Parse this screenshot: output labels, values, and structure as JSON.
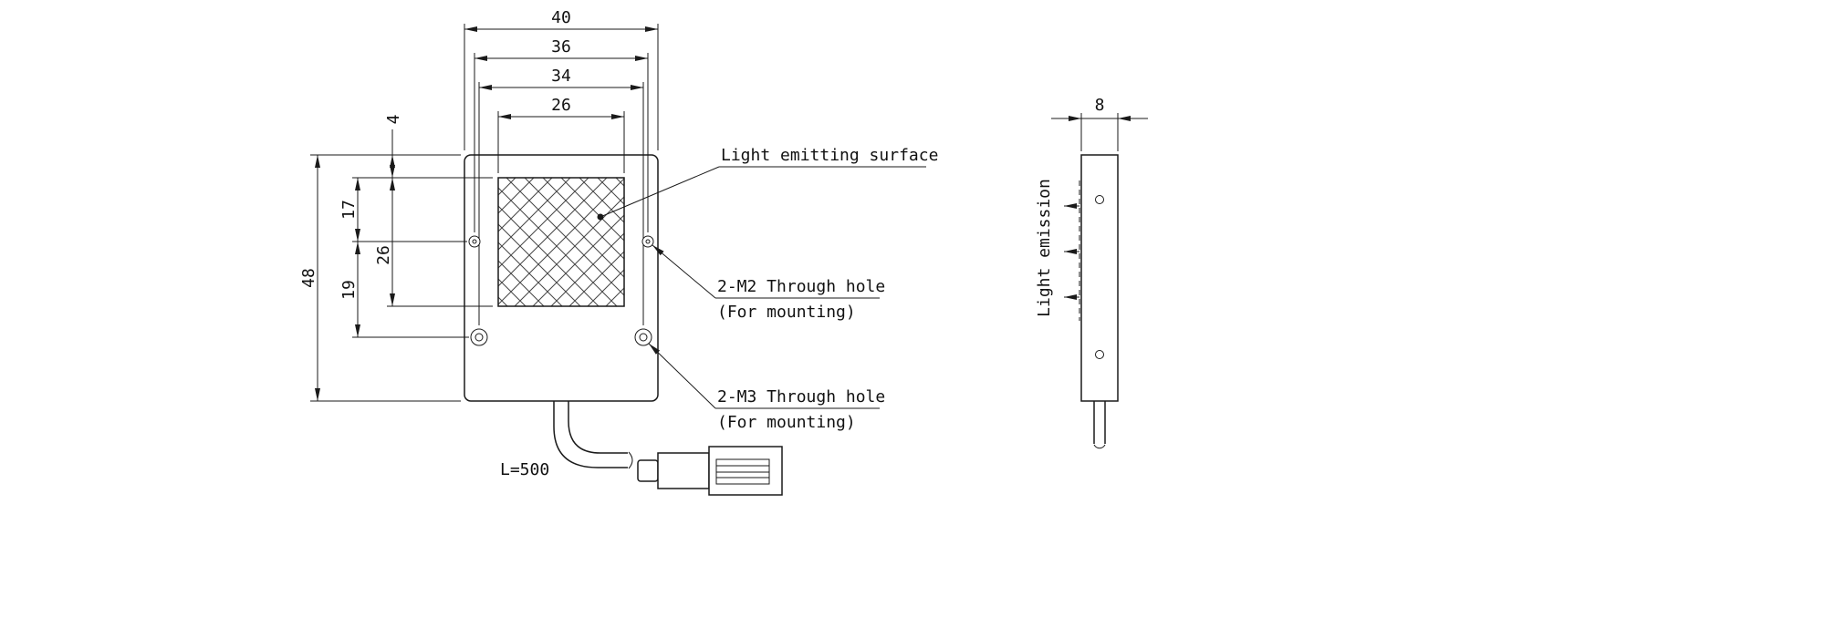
{
  "front_view": {
    "dims": {
      "outer_width": "40",
      "m2_hole_spacing": "36",
      "m3_hole_spacing": "34",
      "emitting_width": "26",
      "top_to_emitting": "4",
      "emitting_top_to_m2": "17",
      "emitting_height": "26",
      "m2_to_m3": "19",
      "outer_height": "48"
    },
    "callouts": {
      "light_emitting_surface": "Light emitting surface",
      "m2_hole": "2-M2 Through hole",
      "m2_hole_note": "(For mounting)",
      "m3_hole": "2-M3 Through hole",
      "m3_hole_note": "(For mounting)",
      "cable_length": "L=500"
    }
  },
  "side_view": {
    "dims": {
      "thickness": "8"
    },
    "labels": {
      "light_emission": "Light emission"
    }
  },
  "colors": {
    "line": "#1a1a1a",
    "background": "#ffffff"
  }
}
